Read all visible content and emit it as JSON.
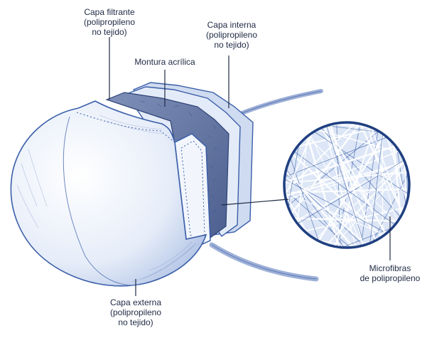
{
  "colors": {
    "ink": "#3a5ea8",
    "ink_dark": "#22407e",
    "fill_light": "#dfe8f7",
    "fill_mid": "#b9c9e8",
    "felt": "#5b6f9e",
    "felt_light": "#7d8fb8",
    "leader": "#1f2a44",
    "text": "#1f2a44"
  },
  "labels": {
    "capa_filtrante": [
      "Capa filtrante",
      "(polipropileno",
      "no tejido)"
    ],
    "capa_interna": [
      "Capa interna",
      "(polipropileno",
      "no tejido)"
    ],
    "montura": [
      "Montura acrílica"
    ],
    "microfibras": [
      "Microfibras",
      "de polipropileno"
    ],
    "capa_externa": [
      "Capa externa",
      "(polipropileno",
      "no tejido)"
    ]
  }
}
